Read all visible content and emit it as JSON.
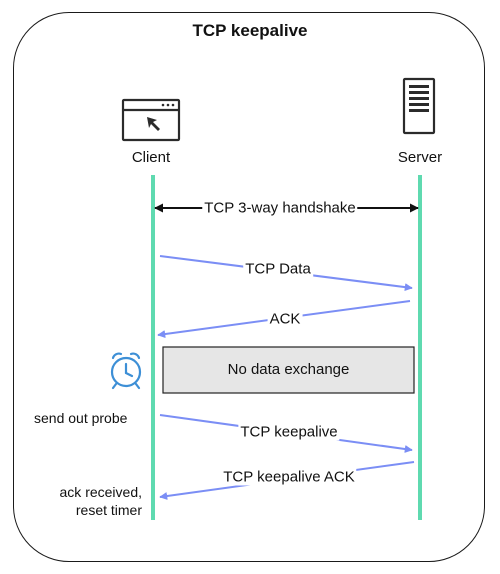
{
  "diagram": {
    "title": "TCP keepalive",
    "participants": {
      "client": {
        "label": "Client",
        "icon": "browser-window-icon"
      },
      "server": {
        "label": "Server",
        "icon": "server-icon"
      }
    },
    "messages": [
      {
        "label": "TCP 3-way handshake",
        "direction": "both"
      },
      {
        "label": "TCP Data",
        "direction": "client-to-server"
      },
      {
        "label": "ACK",
        "direction": "server-to-client"
      },
      {
        "label": "TCP keepalive",
        "direction": "client-to-server"
      },
      {
        "label": "TCP keepalive ACK",
        "direction": "server-to-client"
      }
    ],
    "idle_box": {
      "label": "No data exchange"
    },
    "client_notes": {
      "timer_icon": "alarm-clock-icon",
      "probe": "send out probe",
      "ack_line1": "ack received,",
      "ack_line2": "reset timer"
    },
    "colors": {
      "lifeline": "#5fdab0",
      "arrow": "#7b8ef5",
      "handshake": "#111111",
      "box_fill": "#e6e6e6",
      "icon": "#2b2b2b",
      "clock": "#3d8fd6"
    }
  }
}
